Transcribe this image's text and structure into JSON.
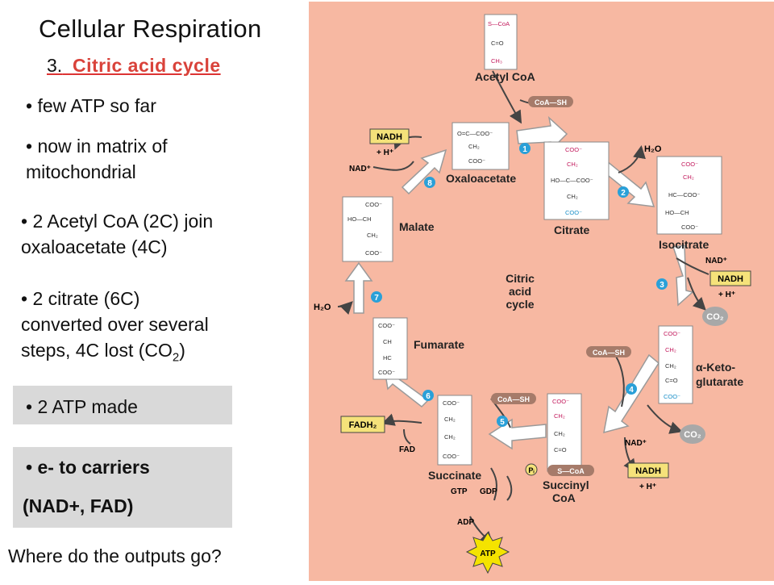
{
  "slide": {
    "title": "Cellular Respiration",
    "subtitle_num": "3.",
    "subtitle_text": "Citric acid cycle",
    "bullets_top": [
      "few ATP so far",
      "now in matrix of mitochondrial"
    ],
    "bullets_mid": [
      "2 Acetyl CoA (2C) join oxaloacetate (4C)"
    ],
    "citrate_line1": "2 citrate (6C)",
    "citrate_line2": "converted over several",
    "citrate_line3a": "steps, 4C lost (CO",
    "citrate_sub": "2",
    "citrate_line3b": ")",
    "atp_made": "2 ATP made",
    "carriers_line1": "e- to carriers",
    "carriers_line2": "(NAD+, FAD)",
    "question": "Where do the outputs go?"
  },
  "diagram": {
    "colors": {
      "background": "#f7b8a2",
      "box": "#ffffff",
      "arrow": "#ffffff",
      "arrow_stroke": "#9a9a9a",
      "carrier_fill": "#f5e27a",
      "step_circle": "#2aa0d8",
      "co2_fill": "#a8a8a8",
      "atp_fill": "#f4e300",
      "pill_fill": "#a67b6a"
    },
    "center_label": [
      "Citric",
      "acid",
      "cycle"
    ],
    "molecules": {
      "acetyl_coa": "Acetyl CoA",
      "oxaloacetate": "Oxaloacetate",
      "citrate": "Citrate",
      "isocitrate": "Isocitrate",
      "keto_line1": "α-Keto-",
      "keto_line2": "glutarate",
      "succinyl_line1": "Succinyl",
      "succinyl_line2": "CoA",
      "succinate": "Succinate",
      "fumarate": "Fumarate",
      "malate": "Malate"
    },
    "labels": {
      "coa_sh": "CoA—SH",
      "nadh": "NADH",
      "h_plus": "+ H⁺",
      "nad_plus": "NAD⁺",
      "h2o": "H₂O",
      "co2": "CO₂",
      "fadh2": "FADH₂",
      "fad": "FAD",
      "gtp": "GTP",
      "gdp": "GDP",
      "adp": "ADP",
      "atp": "ATP",
      "pi": "Pᵢ",
      "s_coa": "S—CoA"
    },
    "steps": [
      "1",
      "2",
      "3",
      "4",
      "5",
      "6",
      "7",
      "8"
    ]
  }
}
